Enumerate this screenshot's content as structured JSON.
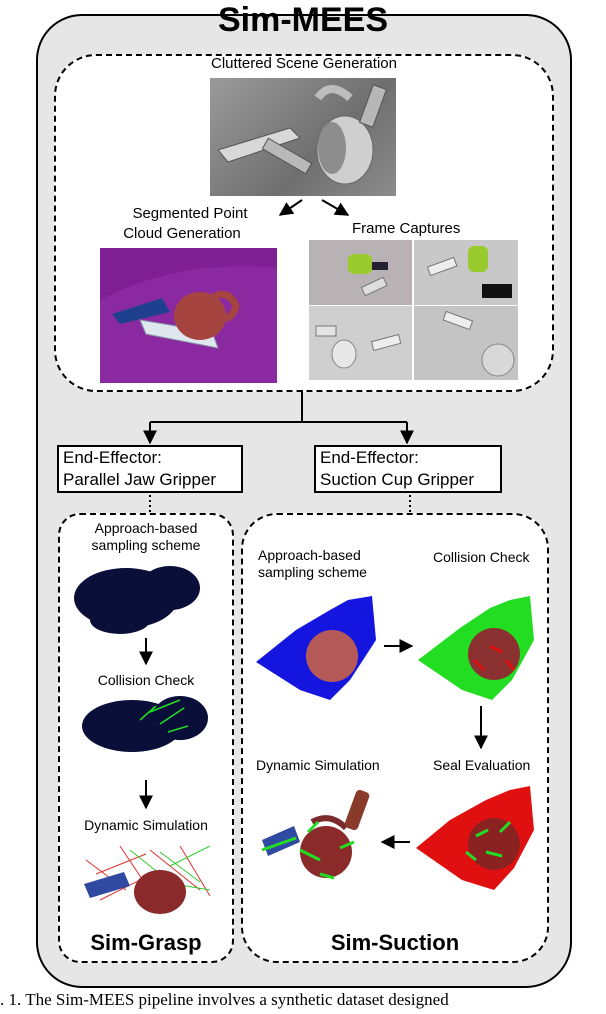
{
  "title": "Sim-MEES",
  "scene": {
    "heading": "Cluttered Scene Generation",
    "point_cloud_label_line1": "Segmented Point",
    "point_cloud_label_line2": "Cloud Generation",
    "frame_captures_label": "Frame Captures"
  },
  "jaw": {
    "box_line1": "End-Effector:",
    "box_line2": "Parallel Jaw Gripper",
    "sampling_line1": "Approach-based",
    "sampling_line2": "sampling scheme",
    "collision": "Collision Check",
    "dynamic": "Dynamic Simulation",
    "footer": "Sim-Grasp"
  },
  "suction": {
    "box_line1": "End-Effector:",
    "box_line2": "Suction Cup Gripper",
    "sampling_line1": "Approach-based",
    "sampling_line2": "sampling scheme",
    "collision": "Collision Check",
    "dynamic": "Dynamic Simulation",
    "seal": "Seal Evaluation",
    "footer": "Sim-Suction"
  },
  "caption": ". 1.   The Sim-MEES pipeline involves a synthetic dataset designed",
  "colors": {
    "panel_bg": "#e6e6e6",
    "point_cloud_bg": "#8b2aa0",
    "blue_samples": "#1515e0",
    "green_samples": "#22dd22",
    "red_samples": "#e01010",
    "dark_samples": "#0a0f3a"
  }
}
